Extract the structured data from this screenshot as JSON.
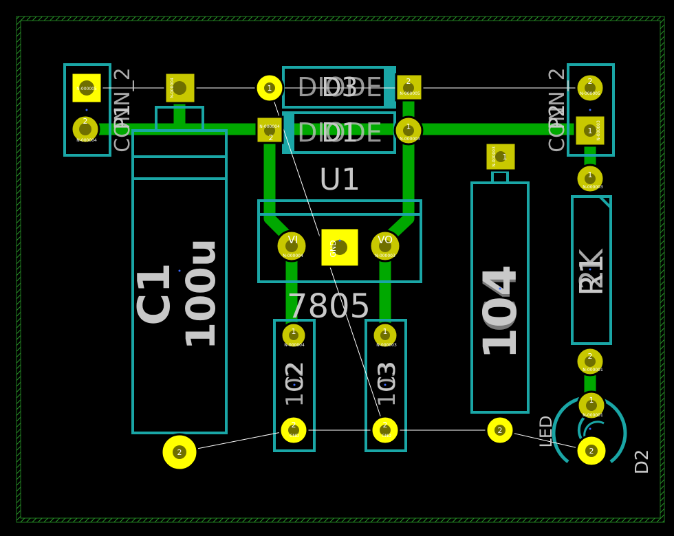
{
  "colors": {
    "background": "#000000",
    "board_edge": "#1f7a1f",
    "track": "#00a800",
    "outline": "#1aa6a6",
    "pad_gold": "#c8c800",
    "pad_yellow": "#ffff00",
    "pad_hole": "#6f6f00",
    "silk_text": "#c8c8c8",
    "ratsnest": "#ffffff",
    "net_text": "#ffffff"
  },
  "refs": {
    "p1": "P1",
    "p2": "P2",
    "d3": "D3",
    "d1": "D1",
    "u1": "U1",
    "c1": "C1",
    "c2": "C2",
    "c3": "C3",
    "c4": "C4",
    "r1": "R1",
    "d2": "D2"
  },
  "values": {
    "p1": "CONN_2",
    "p2": "CONN_2",
    "d3": "DIODE",
    "d1": "DIODE",
    "u1": "7805",
    "c1": "100u",
    "c2": "102",
    "c3": "103",
    "c4": "104",
    "r1": "2K",
    "d2": "LED"
  },
  "pins": {
    "one": "1",
    "two": "2",
    "vi": "VI",
    "vo": "VO",
    "gnd": "GND"
  },
  "nets": {
    "n04": "N-000004",
    "n03": "N-000003",
    "n01": "N-000001",
    "n05": "N-000005",
    "n06": "N-000006",
    "n02": "N-000002",
    "gnd": "GND"
  }
}
